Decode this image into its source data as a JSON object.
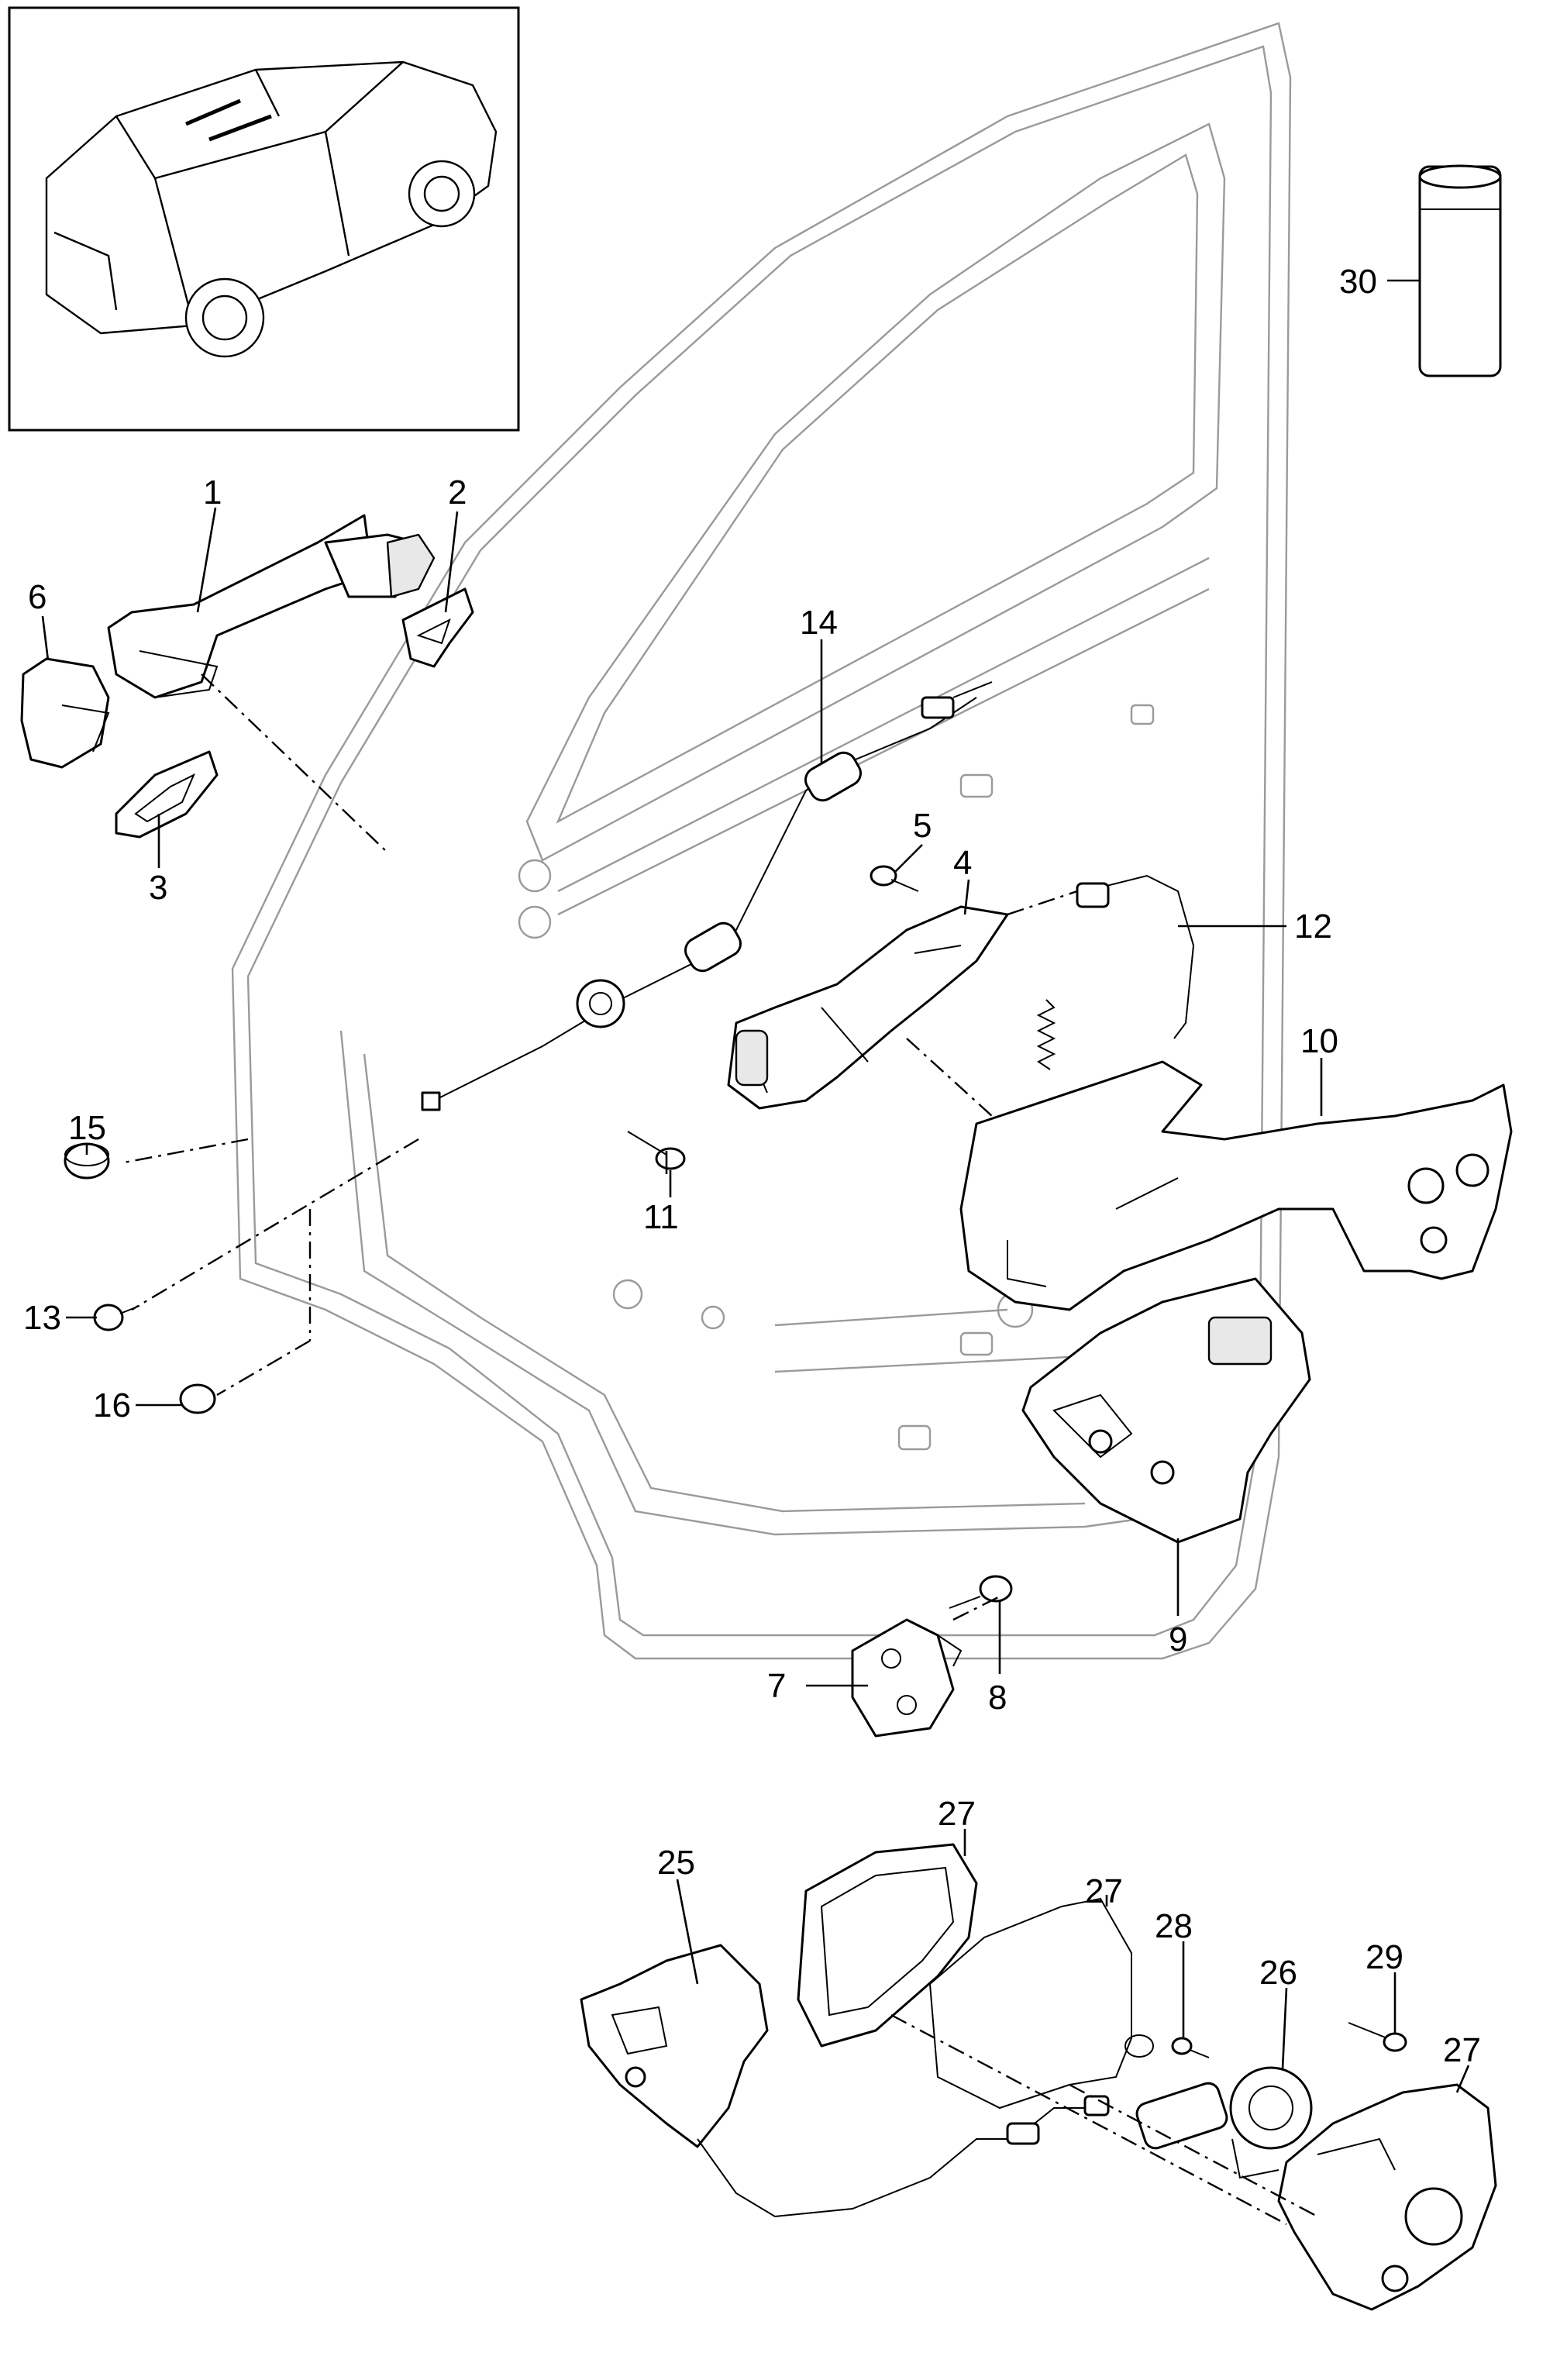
{
  "labels": {
    "1": "1",
    "2": "2",
    "3": "3",
    "4": "4",
    "5": "5",
    "6": "6",
    "7": "7",
    "8": "8",
    "9": "9",
    "10": "10",
    "11": "11",
    "12": "12",
    "13": "13",
    "14": "14",
    "15": "15",
    "16": "16",
    "25": "25",
    "26": "26",
    "27": "27",
    "28": "28",
    "29": "29",
    "30": "30"
  }
}
